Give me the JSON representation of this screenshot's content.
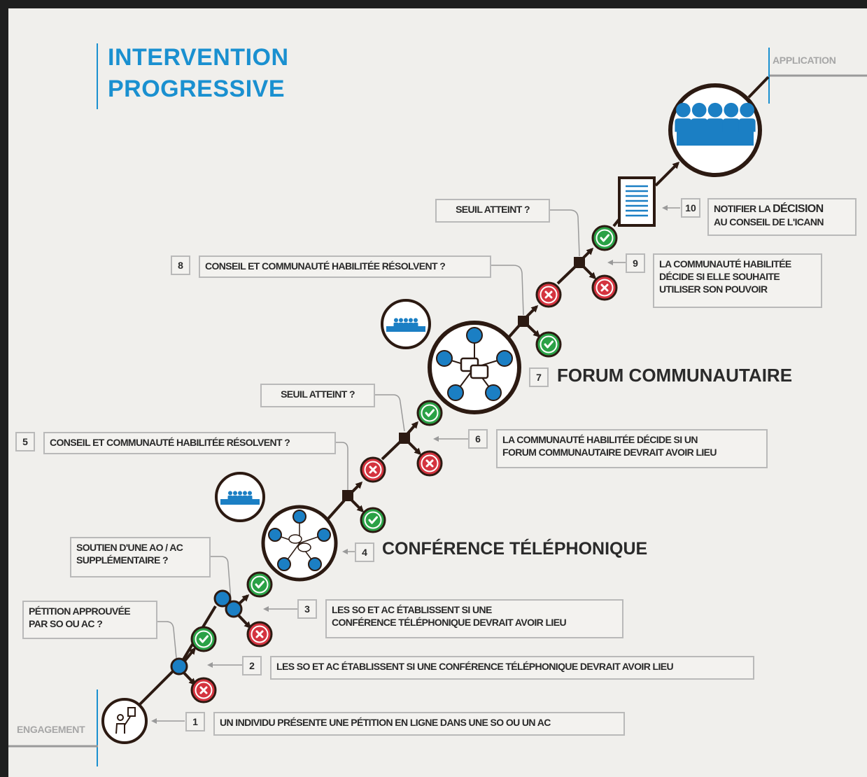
{
  "title": {
    "line1": "INTERVENTION",
    "line2": "PROGRESSIVE"
  },
  "endpoints": {
    "start": "ENGAGEMENT",
    "end": "APPLICATION"
  },
  "steps": [
    {
      "num": "1",
      "parts": [
        "UN INDIVIDU PRÉSENTE UNE ",
        "PÉTITION",
        " EN LIGNE DANS UNE SO OU UN AC"
      ]
    },
    {
      "num": "2",
      "parts": [
        "LES SO ET AC ÉTABLISSENT SI UNE ",
        "CONFÉRENCE TÉLÉPHONIQUE",
        " DEVRAIT AVOIR LIEU"
      ]
    },
    {
      "num": "3",
      "line1": "LES SO ET AC ÉTABLISSENT SI UNE",
      "line2_bold": "CONFÉRENCE TÉLÉPHONIQUE",
      "line2_rest": " DEVRAIT AVOIR LIEU"
    },
    {
      "num": "4",
      "label": "CONFÉRENCE TÉLÉPHONIQUE"
    },
    {
      "num": "5",
      "parts": [
        "CONSEIL ET COMMUNAUTÉ HABILITÉE ",
        "RÉSOLVENT",
        " ?"
      ]
    },
    {
      "num": "6",
      "line1": "LA COMMUNAUTÉ HABILITÉE DÉCIDE SI UN",
      "line2_bold": "FORUM COMMUNAUTAIRE",
      "line2_rest": " DEVRAIT AVOIR LIEU"
    },
    {
      "num": "7",
      "label": "FORUM COMMUNAUTAIRE"
    },
    {
      "num": "8",
      "parts": [
        "CONSEIL ET COMMUNAUTÉ HABILITÉE ",
        "RÉSOLVENT",
        " ?"
      ]
    },
    {
      "num": "9",
      "line1": "LA COMMUNAUTÉ HABILITÉE",
      "line2": "DÉCIDE SI ELLE SOUHAITE",
      "line3_bold": "UTILISER SON POUVOIR"
    },
    {
      "num": "10",
      "line1_pre": "NOTIFIER LA ",
      "line1_bold": "DÉCISION",
      "line2": "AU CONSEIL DE L'ICANN"
    }
  ],
  "questions": {
    "petition": {
      "line1_bold": "PÉTITION APPROUVÉE",
      "line2": "PAR SO OU AC ?"
    },
    "support": {
      "line1_bold": "SOUTIEN",
      "line1_rest": " D'UNE AO / AC",
      "line2": "SUPPLÉMENTAIRE ?"
    },
    "threshold_a": "SEUIL ATTEINT ?",
    "threshold_b": "SEUIL ATTEINT ?"
  },
  "colors": {
    "title": "#1a90d0",
    "accent_blue": "#1b7fc4",
    "yes_green": "#2aa146",
    "no_red": "#d4343f",
    "path_dark": "#2c1a12",
    "box_border": "#b9b9b9",
    "background": "#f0efec"
  },
  "icons": [
    "petition-icon",
    "conference-call-icon",
    "community-forum-icon",
    "audience-icon",
    "document-icon",
    "council-icon",
    "check-icon",
    "cross-icon"
  ]
}
